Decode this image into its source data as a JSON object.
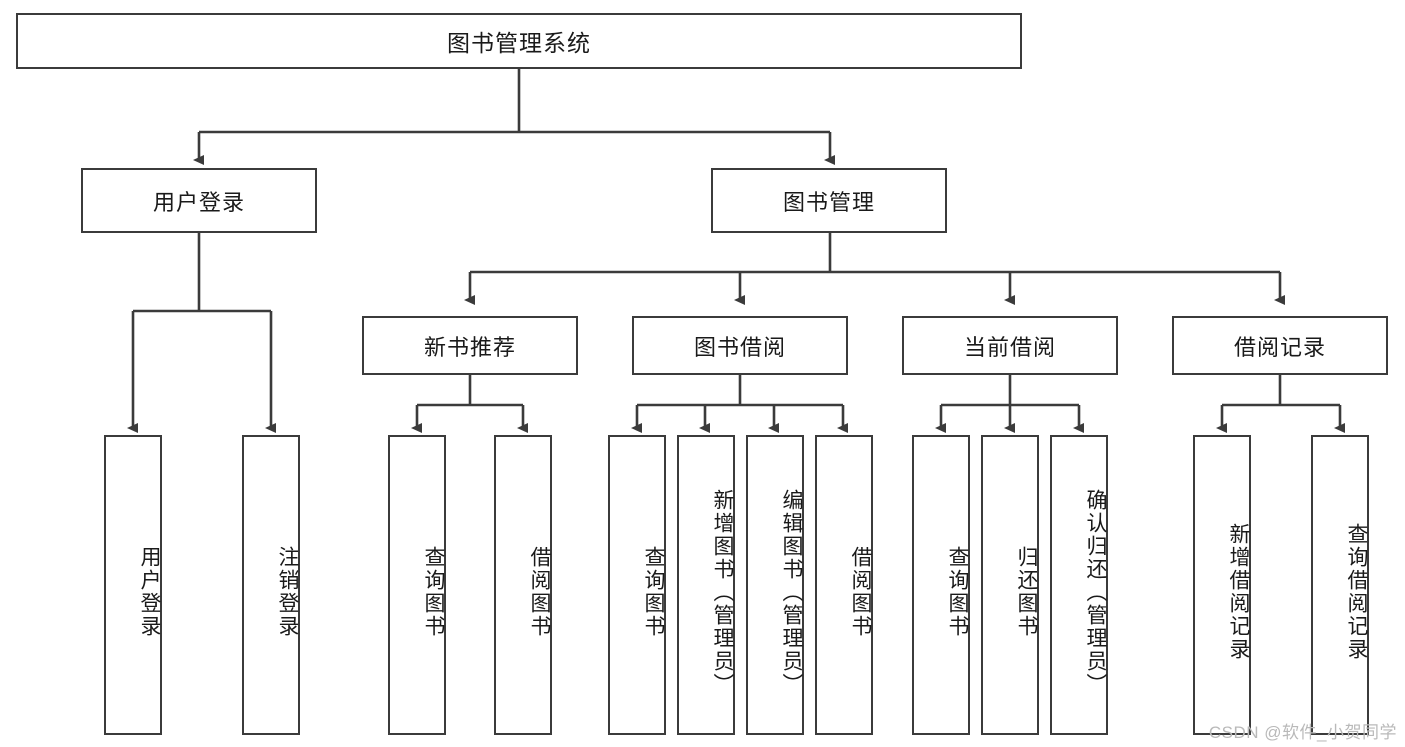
{
  "diagram": {
    "title": "图书管理系统",
    "type": "tree-hierarchy-diagram",
    "colors": {
      "box_border": "#3b3b3b",
      "box_fill": "#ffffff",
      "connector": "#3b3b3b",
      "text": "#1a1a1a",
      "watermark": "#b9b9b9",
      "background": "#ffffff"
    },
    "root": {
      "label": "图书管理系统"
    },
    "level2": [
      {
        "label": "用户登录"
      },
      {
        "label": "图书管理"
      }
    ],
    "level3": [
      {
        "label": "新书推荐"
      },
      {
        "label": "图书借阅"
      },
      {
        "label": "当前借阅"
      },
      {
        "label": "借阅记录"
      }
    ],
    "leaves": {
      "user_login": [
        {
          "label": "用户登录"
        },
        {
          "label": "注销登录"
        }
      ],
      "new_book_recommend": [
        {
          "label": "查询图书"
        },
        {
          "label": "借阅图书"
        }
      ],
      "book_borrow": [
        {
          "label": "查询图书"
        },
        {
          "label": "新增图书（管理员）"
        },
        {
          "label": "编辑图书（管理员）"
        },
        {
          "label": "借阅图书"
        }
      ],
      "current_borrow": [
        {
          "label": "查询图书"
        },
        {
          "label": "归还图书"
        },
        {
          "label": "确认归还（管理员）"
        }
      ],
      "borrow_records": [
        {
          "label": "新增借阅记录"
        },
        {
          "label": "查询借阅记录"
        }
      ]
    },
    "watermark": "CSDN @软件_小贺同学"
  }
}
